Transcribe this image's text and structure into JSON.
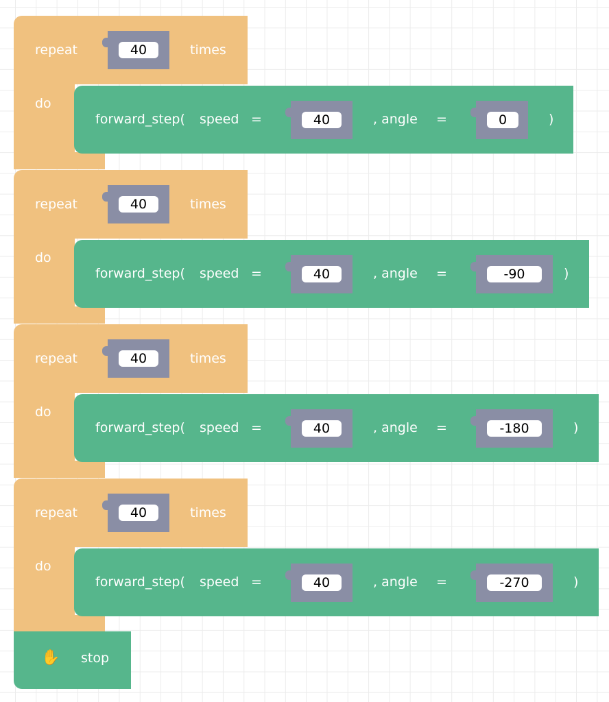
{
  "blocks": [
    {
      "repeat_label": "repeat",
      "count": "40",
      "times_label": "times",
      "do_label": "do",
      "func": "forward_step(",
      "speed_label": "speed",
      "eq": "=",
      "speed": "40",
      "angle_label": ", angle",
      "angle": "0",
      "close": ")"
    },
    {
      "repeat_label": "repeat",
      "count": "40",
      "times_label": "times",
      "do_label": "do",
      "func": "forward_step(",
      "speed_label": "speed",
      "eq": "=",
      "speed": "40",
      "angle_label": ", angle",
      "angle": "-90",
      "close": ")"
    },
    {
      "repeat_label": "repeat",
      "count": "40",
      "times_label": "times",
      "do_label": "do",
      "func": "forward_step(",
      "speed_label": "speed",
      "eq": "=",
      "speed": "40",
      "angle_label": ", angle",
      "angle": "-180",
      "close": ")"
    },
    {
      "repeat_label": "repeat",
      "count": "40",
      "times_label": "times",
      "do_label": "do",
      "func": "forward_step(",
      "speed_label": "speed",
      "eq": "=",
      "speed": "40",
      "angle_label": ", angle",
      "angle": "-270",
      "close": ")"
    }
  ],
  "stop": {
    "label": "stop",
    "icon": "hand-icon"
  },
  "colors": {
    "loop": "#f0c17f",
    "action": "#56b68c",
    "slot": "#8a8ea5"
  }
}
